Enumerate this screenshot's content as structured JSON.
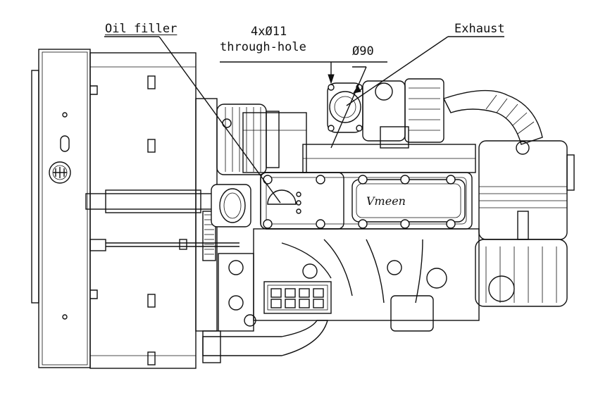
{
  "labels": {
    "oil_filler": "Oil filler",
    "holes_line1": "4xØ11",
    "holes_line2": "through-hole",
    "diameter": "Ø90",
    "exhaust": "Exhaust"
  },
  "badge": {
    "text": "Vmeen"
  },
  "colors": {
    "line": "#111111",
    "background": "#ffffff"
  }
}
